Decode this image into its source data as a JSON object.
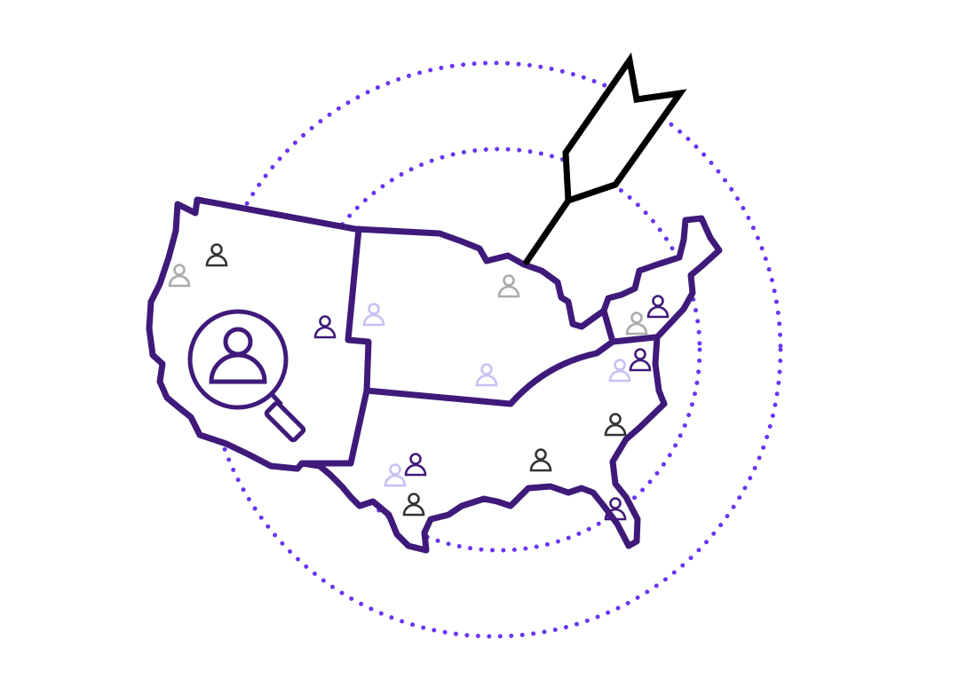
{
  "colors": {
    "map_outline": "#3f1a7a",
    "dotted_rings": "#6a35f0",
    "arrow": "#000000",
    "person_dark": "#333333",
    "person_gray": "#aaaaaa",
    "person_purple": "#3f1a7a",
    "person_lavender": "#c9c0f2"
  },
  "icons": {
    "magnifier": "magnifying-glass-person-icon",
    "arrow": "arrow-icon",
    "person": "person-icon"
  },
  "people": [
    {
      "tone": "dark"
    },
    {
      "tone": "gray"
    },
    {
      "tone": "purple"
    },
    {
      "tone": "lavender"
    },
    {
      "tone": "gray"
    },
    {
      "tone": "lavender"
    },
    {
      "tone": "purple"
    },
    {
      "tone": "gray"
    },
    {
      "tone": "purple"
    },
    {
      "tone": "lavender"
    },
    {
      "tone": "dark"
    },
    {
      "tone": "dark"
    },
    {
      "tone": "purple"
    },
    {
      "tone": "lavender"
    },
    {
      "tone": "dark"
    },
    {
      "tone": "purple"
    }
  ]
}
